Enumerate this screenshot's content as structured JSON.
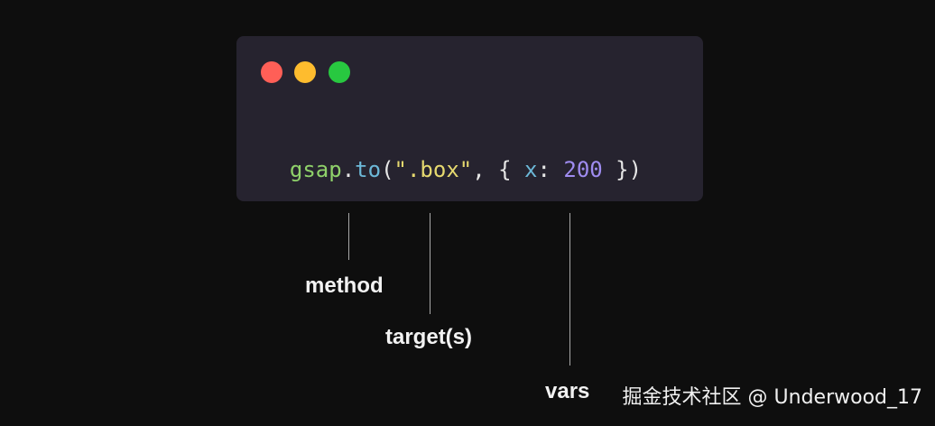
{
  "window": {
    "traffic_lights": {
      "close": "#ff5f57",
      "minimize": "#febc2e",
      "maximize": "#28c840"
    }
  },
  "code": {
    "tokens": [
      {
        "text": "gsap",
        "color": "#8fd16a"
      },
      {
        "text": ".",
        "color": "#e6e6e6"
      },
      {
        "text": "to",
        "color": "#6cb8d8"
      },
      {
        "text": "(",
        "color": "#e6e6e6"
      },
      {
        "text": "\".box\"",
        "color": "#e6d96f"
      },
      {
        "text": ", { ",
        "color": "#e6e6e6"
      },
      {
        "text": "x",
        "color": "#6cb8d8"
      },
      {
        "text": ": ",
        "color": "#e6e6e6"
      },
      {
        "text": "200",
        "color": "#9f8cf0"
      },
      {
        "text": " })",
        "color": "#e6e6e6"
      }
    ]
  },
  "labels": {
    "method": "method",
    "target": "target(s)",
    "vars": "vars"
  },
  "watermark": "掘金技术社区 @ Underwood_17"
}
